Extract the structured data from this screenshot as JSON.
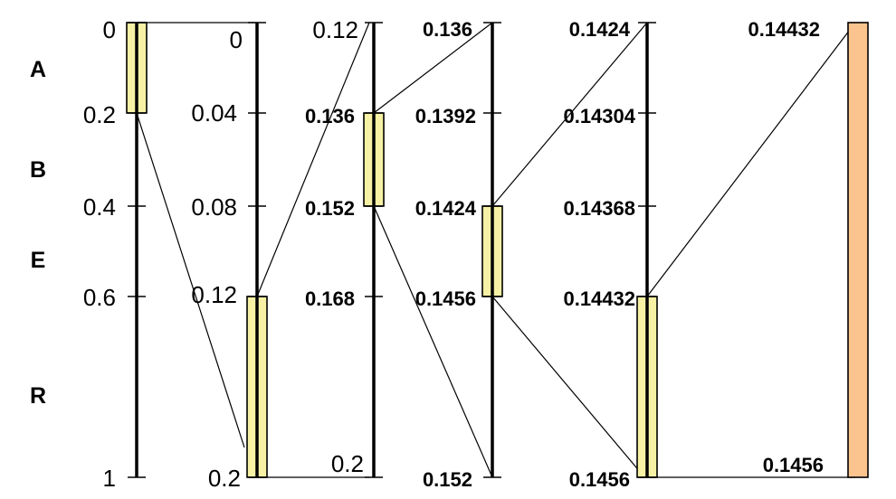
{
  "symbols": [
    "A",
    "B",
    "E",
    "R"
  ],
  "columns": [
    {
      "labels": [
        "0",
        "0.2",
        "0.4",
        "0.6",
        "1"
      ],
      "bold": false
    },
    {
      "labels": [
        "0",
        "0.04",
        "0.08",
        "0.12",
        "0.2"
      ],
      "bold": false
    },
    {
      "labels": [
        "0.12",
        "0.136",
        "0.152",
        "0.168",
        "0.2"
      ],
      "bold": false,
      "bold_indices": [
        1,
        2,
        3
      ]
    },
    {
      "labels": [
        "0.136",
        "0.1392",
        "0.1424",
        "0.1456",
        "0.152"
      ],
      "bold": true
    },
    {
      "labels": [
        "0.1424",
        "0.14304",
        "0.14368",
        "0.14432",
        "0.1456"
      ],
      "bold": true
    }
  ],
  "final_interval": {
    "low": "0.14432",
    "high": "0.1456"
  },
  "selected_sequence": [
    "A",
    "R",
    "B",
    "E",
    "R"
  ],
  "probabilities": {
    "A": 0.2,
    "B": 0.2,
    "E": 0.2,
    "R": 0.4
  },
  "colors": {
    "highlight": "#f6f1a4",
    "final": "#fbc48e",
    "line": "#000000"
  }
}
